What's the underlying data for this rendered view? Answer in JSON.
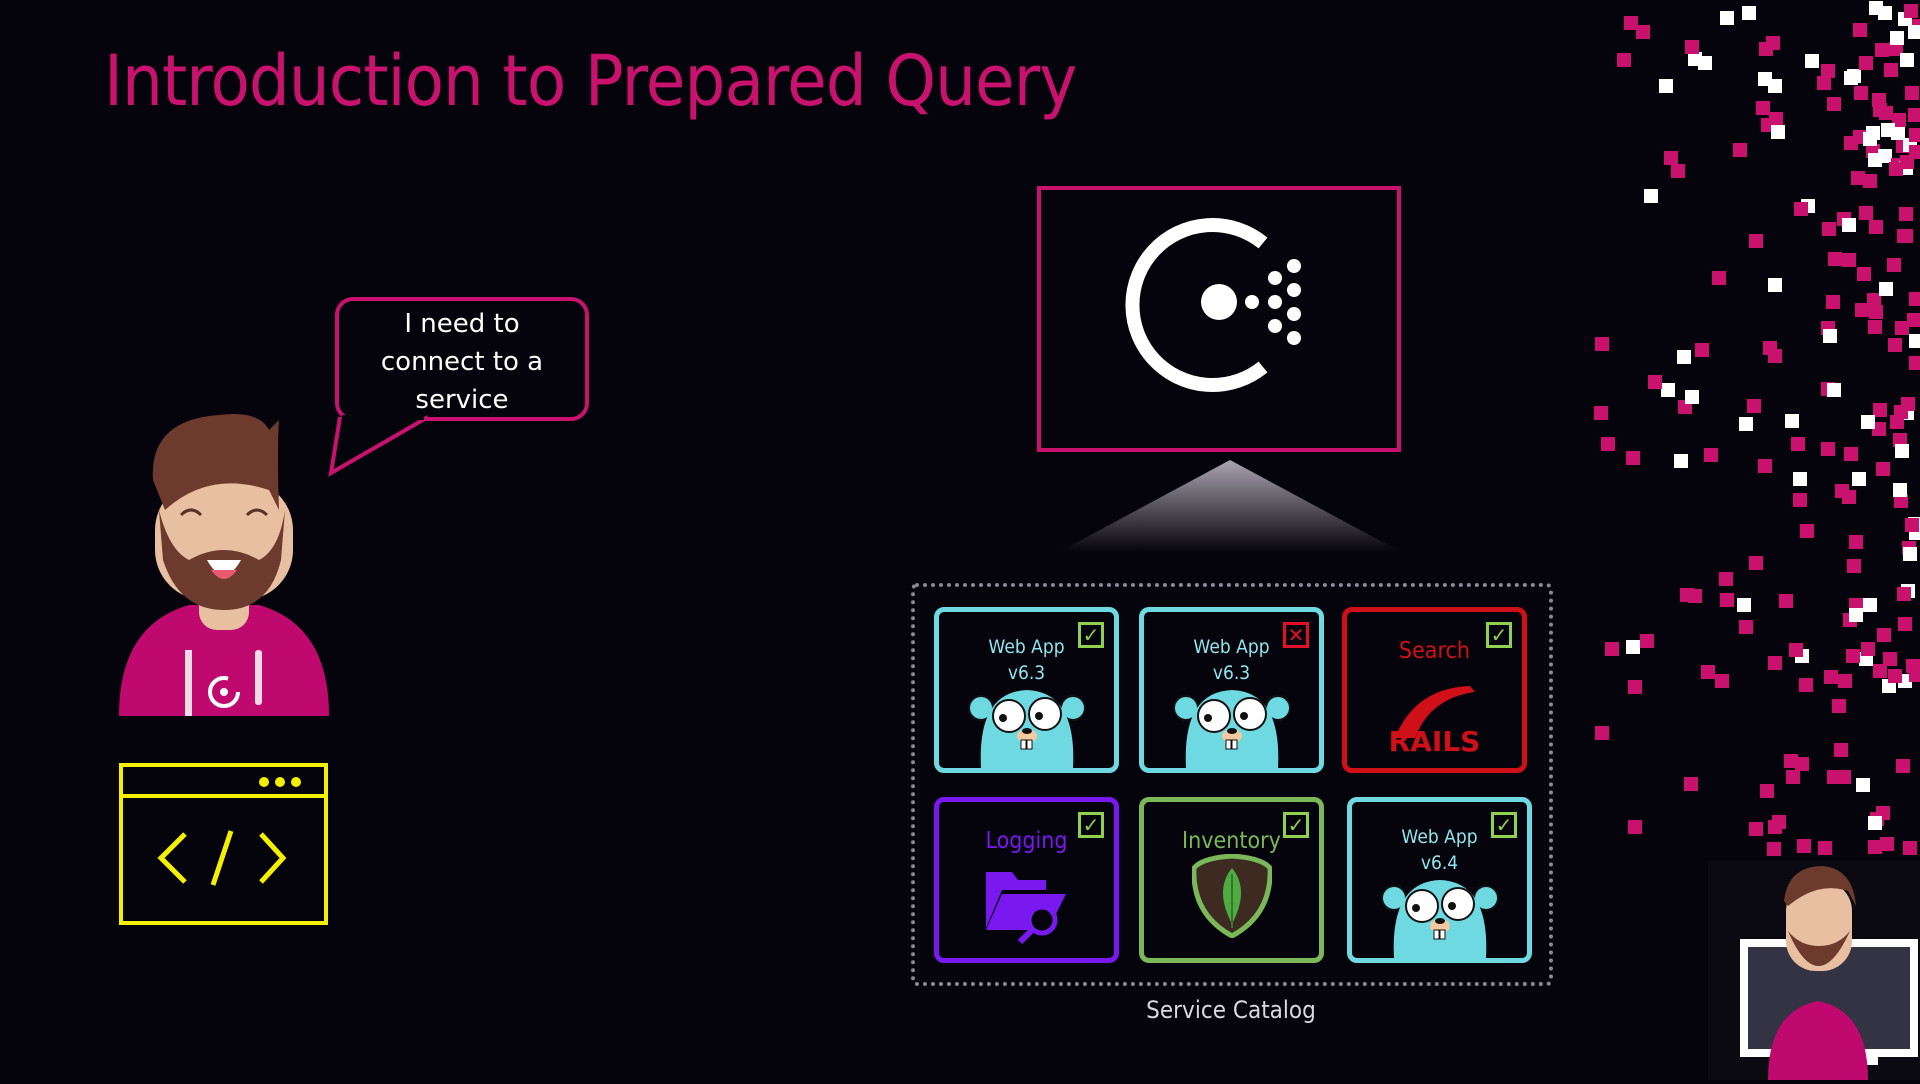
{
  "title": "Introduction to Prepared Query",
  "speech_bubble": {
    "lines": [
      "I need to",
      "connect to a",
      "service"
    ]
  },
  "catalog": {
    "label": "Service Catalog",
    "services": [
      {
        "name": "Web App",
        "version": "v6.3",
        "status": "healthy",
        "icon": "gopher-icon",
        "color": "#6ed9e0"
      },
      {
        "name": "Web App",
        "version": "v6.3",
        "status": "failing",
        "icon": "gopher-icon",
        "color": "#6ed9e0"
      },
      {
        "name": "Search",
        "version": "",
        "status": "healthy",
        "icon": "rails-icon",
        "color": "#d01018",
        "icon_text": "RAILS"
      },
      {
        "name": "Logging",
        "version": "",
        "status": "healthy",
        "icon": "folder-search-icon",
        "color": "#7a18f0"
      },
      {
        "name": "Inventory",
        "version": "",
        "status": "healthy",
        "icon": "mongodb-leaf-icon",
        "color": "#7ab85a"
      },
      {
        "name": "Web App",
        "version": "v6.4",
        "status": "healthy",
        "icon": "gopher-icon",
        "color": "#6ed9e0"
      }
    ]
  },
  "colors": {
    "accent": "#c8126e",
    "code": "#f4f000",
    "healthy": "#8fd14f",
    "failing": "#e0102a"
  }
}
